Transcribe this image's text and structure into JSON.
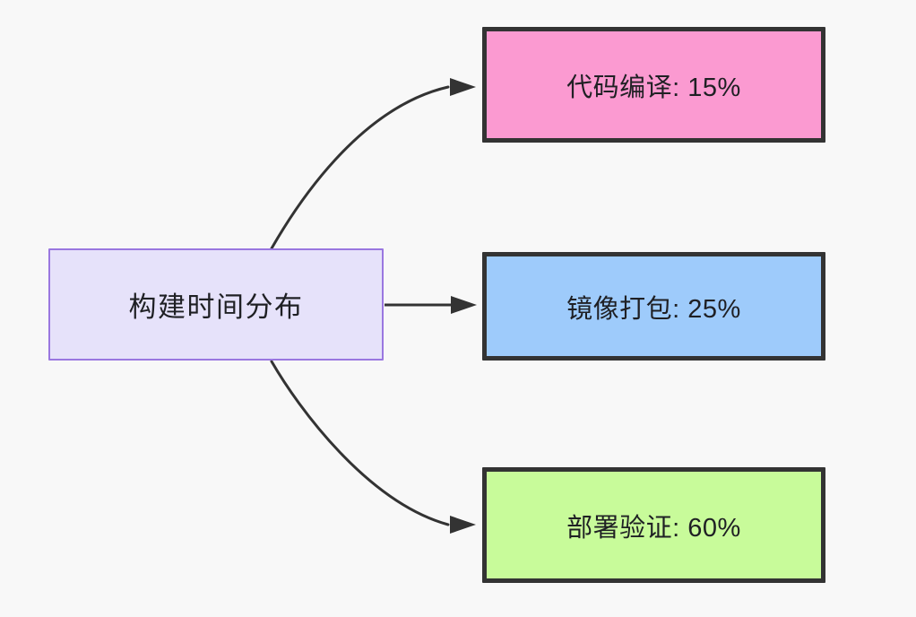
{
  "diagram": {
    "type": "flowchart",
    "direction": "left-to-right",
    "background_color": "#f8f8f8",
    "root": {
      "id": "root",
      "label": "构建时间分布",
      "fill_color": "#e6e2fa",
      "border_color": "#9a77e0",
      "text_color": "#1f2024"
    },
    "nodes": [
      {
        "id": "compile",
        "label": "代码编译: 15%",
        "name": "代码编译",
        "value": 15,
        "unit": "%",
        "fill_color": "#fb9ad1",
        "border_color": "#333333",
        "text_color": "#1f2024"
      },
      {
        "id": "image",
        "label": "镜像打包: 25%",
        "name": "镜像打包",
        "value": 25,
        "unit": "%",
        "fill_color": "#9ecbfb",
        "border_color": "#333333",
        "text_color": "#1f2024"
      },
      {
        "id": "deploy",
        "label": "部署验证: 60%",
        "name": "部署验证",
        "value": 60,
        "unit": "%",
        "fill_color": "#c8fb9a",
        "border_color": "#333333",
        "text_color": "#1f2024"
      }
    ],
    "edges": [
      {
        "id": "edge-root-compile",
        "from": "root",
        "to": "compile",
        "style": "curved",
        "arrow": "triangle",
        "color": "#333333"
      },
      {
        "id": "edge-root-image",
        "from": "root",
        "to": "image",
        "style": "straight",
        "arrow": "triangle",
        "color": "#333333"
      },
      {
        "id": "edge-root-deploy",
        "from": "root",
        "to": "deploy",
        "style": "curved",
        "arrow": "triangle",
        "color": "#333333"
      }
    ]
  }
}
